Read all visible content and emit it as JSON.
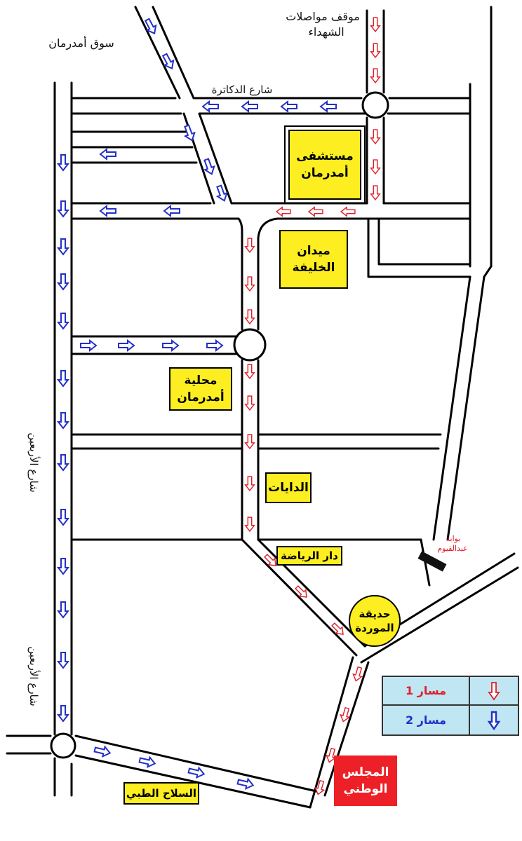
{
  "labels": {
    "souq": "سوق أمدرمان",
    "station_line1": "موقف مواصلات",
    "station_line2": "الشهداء",
    "doctors_street": "شارع الدكاترة",
    "arbaeen_street_upper": "شارع الأربعين",
    "arbaeen_street_lower": "شارع الأربعين",
    "gate_line1": "بوابة",
    "gate_line2": "عبدالقيوم"
  },
  "places": {
    "hospital_line1": "مستشفى",
    "hospital_line2": "أمدرمان",
    "khalifa_line1": "ميدان",
    "khalifa_line2": "الخليفة",
    "mahaliya_line1": "محلية",
    "mahaliya_line2": "أمدرمان",
    "dayat": "الدايات",
    "dar_riyada": "دار الرياضة",
    "garden_line1": "حديقة",
    "garden_line2": "الموردة",
    "silah_tibbi": "السلاح الطبي",
    "parliament_line1": "المجلس",
    "parliament_line2": "الوطني"
  },
  "legend": {
    "route1": "مسار 1",
    "route2": "مسار 2",
    "route1_icon": "red-outline-down-arrow",
    "route2_icon": "blue-outline-down-arrow"
  },
  "colors": {
    "route1": "#e0202a",
    "route2": "#2430c8",
    "place_fill": "#fcee21",
    "parliament_fill": "#ee2027",
    "legend_fill": "#bfe6f2",
    "road_line": "#000000"
  }
}
